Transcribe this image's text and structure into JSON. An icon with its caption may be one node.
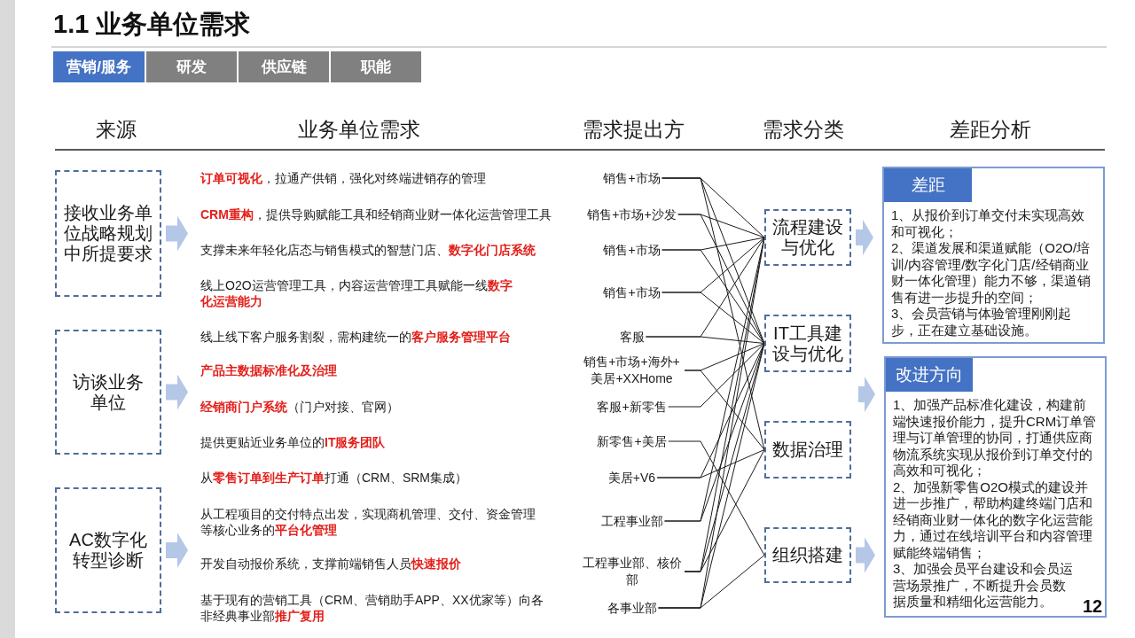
{
  "diagram": {
    "title": "1.1 业务单位需求",
    "nodes": [
      {
        "text": [
          "营销/服务"
        ]
      },
      {
        "text": [
          "研发"
        ]
      },
      {
        "text": [
          "供应链"
        ]
      },
      {
        "text": [
          "职能"
        ]
      },
      {
        "text": [
          "接收业务单位战略规划中所提要求"
        ]
      },
      {
        "text": [
          "访谈业务单位"
        ]
      },
      {
        "text": [
          "AC数字化转型诊断"
        ]
      },
      {
        "text": [
          "**订单可视化**，拉通产供销，强化对终端进销存的管理"
        ]
      },
      {
        "text": [
          "**CRM重构**，提供导购赋能工具和经销商业财一体化运营管理工具"
        ]
      },
      {
        "text": [
          "支撑未来年轻化店态与销售模式的智慧门店、**数字化门店系统**"
        ]
      },
      {
        "text": [
          "线上O2O运营管理工具，内容运营管理工具赋能一线**数字化运营能力**"
        ]
      },
      {
        "text": [
          "线上线下客户服务割裂，需构建统一的**客户服务管理平台**"
        ]
      },
      {
        "text": [
          "产品主数据标准化及治理"
        ]
      },
      {
        "text": [
          "**经销商门户系统**（门户对接、官网）"
        ]
      },
      {
        "text": [
          "提供更贴近业务单位的**IT服务团队**"
        ]
      },
      {
        "text": [
          "从**零售订单到生产订单**打通（CRM、SRM集成）"
        ]
      },
      {
        "text": [
          "从工程项目的交付特点出发，实现商机管理、交付、资金管理等核心业务的**平台化管理**"
        ]
      },
      {
        "text": [
          "开发自动报价系统，支撑前端销售人员**快速报价**"
        ]
      },
      {
        "text": [
          "基于现有的营销工具（CRM、营销助手APP、XX优家等）向各非经典事业部**推广复用**"
        ]
      },
      {
        "text": [
          "销售+市场"
        ]
      },
      {
        "text": [
          "销售+市场+沙发"
        ]
      },
      {
        "text": [
          "销售+市场"
        ]
      },
      {
        "text": [
          "销售+市场"
        ]
      },
      {
        "text": [
          "客服"
        ]
      },
      {
        "text": [
          "销售+市场+海外+美居+XXHome"
        ]
      },
      {
        "text": [
          "客服+新零售"
        ]
      },
      {
        "text": [
          "新零售+美居"
        ]
      },
      {
        "text": [
          "美居+V6"
        ]
      },
      {
        "text": [
          "工程事业部"
        ]
      },
      {
        "text": [
          "工程事业部、核价部"
        ]
      },
      {
        "text": [
          "各事业部"
        ]
      },
      {
        "text": [
          "流程建设与优化"
        ]
      },
      {
        "text": [
          "IT工具建设与优化"
        ]
      },
      {
        "text": [
          "数据治理"
        ]
      },
      {
        "text": [
          "组织搭建"
        ]
      },
      {
        "text": [
          "差距",
          "1、从报价到订单交付未实现高效和可视化；",
          "2、渠道发展和渠道赋能（O2O/培训/内容管理/数字化门店/经销商业财一体化管理）能力不够，渠道销售有进一步提升的空间；",
          "3、会员营销与体验管理刚刚起步，正在建立基础设施。"
        ]
      },
      {
        "text": [
          "改进方向",
          "1、加强产品标准化建设，构建前端快速报价能力，提升CRM订单管理与订单管理的协同，打通供应商物流系统实现从报价到订单交付的高效和可视化；",
          "2、加强新零售O2O模式的建设并进一步推广，帮助构建终端门店和经销商业财一体化的数字化运营能力，通过在线培训平台和内容管理赋能终端销售；",
          "3、加强会员平台建设和会员运营场景推广，不断提升会员数据质量和精细化运营能力。"
        ]
      },
      {
        "text": [],
        "shape": "bar"
      }
    ],
    "edges": [
      {
        "from": 4,
        "to": 8,
        "arrow": "to",
        "style": "thick",
        "color": "#b4c7e7"
      },
      {
        "from": 5,
        "to": 12,
        "arrow": "to",
        "style": "thick",
        "color": "#b4c7e7"
      },
      {
        "from": 6,
        "to": 17,
        "arrow": "to",
        "style": "thick",
        "color": "#b4c7e7"
      },
      {
        "from": 19,
        "to": 31,
        "arrow": "none"
      },
      {
        "from": 19,
        "to": 32,
        "arrow": "none"
      },
      {
        "from": 19,
        "to": 33,
        "arrow": "none"
      },
      {
        "from": 20,
        "to": 31,
        "arrow": "none"
      },
      {
        "from": 20,
        "to": 32,
        "arrow": "none"
      },
      {
        "from": 21,
        "to": 31,
        "arrow": "none"
      },
      {
        "from": 21,
        "to": 32,
        "arrow": "none"
      },
      {
        "from": 22,
        "to": 31,
        "arrow": "none"
      },
      {
        "from": 22,
        "to": 32,
        "arrow": "none"
      },
      {
        "from": 23,
        "to": 31,
        "arrow": "none"
      },
      {
        "from": 23,
        "to": 32,
        "arrow": "none"
      },
      {
        "from": 24,
        "to": 32,
        "arrow": "none"
      },
      {
        "from": 24,
        "to": 33,
        "arrow": "none"
      },
      {
        "from": 25,
        "to": 32,
        "arrow": "none"
      },
      {
        "from": 26,
        "to": 34,
        "arrow": "none"
      },
      {
        "from": 27,
        "to": 32,
        "arrow": "none"
      },
      {
        "from": 27,
        "to": 33,
        "arrow": "none"
      },
      {
        "from": 28,
        "to": 31,
        "arrow": "none"
      },
      {
        "from": 28,
        "to": 32,
        "arrow": "none"
      },
      {
        "from": 29,
        "to": 31,
        "arrow": "none"
      },
      {
        "from": 29,
        "to": 32,
        "arrow": "none"
      },
      {
        "from": 29,
        "to": 33,
        "arrow": "none"
      },
      {
        "from": 30,
        "to": 31,
        "arrow": "none"
      },
      {
        "from": 30,
        "to": 32,
        "arrow": "none"
      },
      {
        "from": 30,
        "to": 34,
        "arrow": "none"
      },
      {
        "from": 31,
        "to": 35,
        "arrow": "to",
        "style": "thick",
        "color": "#b4c7e7"
      },
      {
        "from": null,
        "to": 36,
        "arrow": "to",
        "style": "thick",
        "color": "#b4c7e7"
      },
      {
        "from": 34,
        "to": 36,
        "arrow": "to",
        "style": "thick",
        "color": "#b4c7e7"
      }
    ],
    "labels": [
      "来源",
      "业务单位需求",
      "需求提出方",
      "需求分类",
      "差距分析",
      "12"
    ]
  }
}
